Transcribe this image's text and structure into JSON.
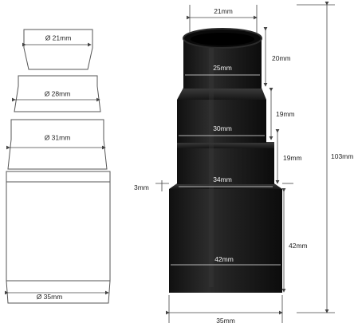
{
  "outline_labels": {
    "d1": "Ø 21mm",
    "d2": "Ø 28mm",
    "d3": "Ø 31mm",
    "d4": "Ø 35mm"
  },
  "photo_labels": {
    "top_width": "21mm",
    "tier1_inner": "25mm",
    "tier2_inner": "30mm",
    "tier3_inner": "34mm",
    "tier4_inner": "42mm",
    "bottom_width": "35mm",
    "tier1_height": "20mm",
    "tier2_height": "19mm",
    "tier3_height": "19mm",
    "tier4_height": "42mm",
    "total_height": "103mm",
    "step": "3mm"
  },
  "colors": {
    "outline": "#555555",
    "adapter_dark": "#1b1b1b",
    "adapter_highlight": "#3a3a3a",
    "dimension_line": "#444444"
  }
}
